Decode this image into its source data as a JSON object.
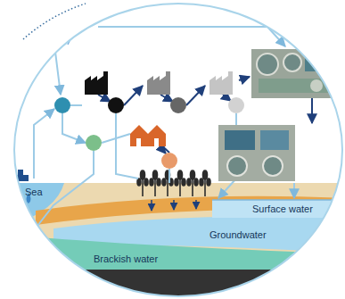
{
  "diagram": {
    "labels": [
      "Sea",
      "Brackish water",
      "Groundwater",
      "Surface water"
    ]
  }
}
